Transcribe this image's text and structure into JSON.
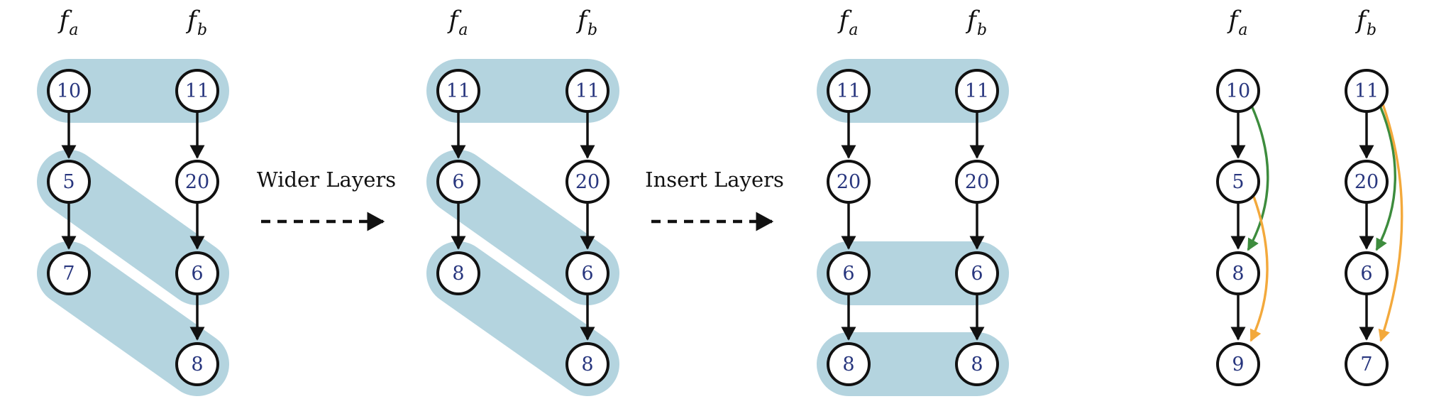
{
  "col_labels": {
    "base": "f",
    "sub_a": "a",
    "sub_b": "b"
  },
  "transitions": [
    {
      "label": "Wider Layers"
    },
    {
      "label": "Insert Layers"
    }
  ],
  "panels": [
    {
      "fa": {
        "nodes": [
          "10",
          "5",
          "7"
        ]
      },
      "fb": {
        "nodes": [
          "11",
          "20",
          "6",
          "8"
        ]
      }
    },
    {
      "fa": {
        "nodes": [
          "11",
          "6",
          "8"
        ]
      },
      "fb": {
        "nodes": [
          "11",
          "20",
          "6",
          "8"
        ]
      }
    },
    {
      "fa": {
        "nodes": [
          "11",
          "20",
          "6",
          "8"
        ]
      },
      "fb": {
        "nodes": [
          "11",
          "20",
          "6",
          "8"
        ]
      }
    },
    {
      "fa": {
        "nodes": [
          "10",
          "5",
          "8",
          "9"
        ]
      },
      "fb": {
        "nodes": [
          "11",
          "20",
          "6",
          "7"
        ]
      }
    }
  ],
  "alignments": [
    {
      "panel": 1,
      "pairs": [
        [
          "10",
          "11"
        ],
        [
          "5",
          "6"
        ],
        [
          "7",
          "8"
        ]
      ]
    },
    {
      "panel": 2,
      "pairs": [
        [
          "11",
          "11"
        ],
        [
          "6",
          "6"
        ],
        [
          "8",
          "8"
        ]
      ]
    },
    {
      "panel": 3,
      "pairs": [
        [
          "11",
          "11"
        ],
        [
          "6",
          "6"
        ],
        [
          "8",
          "8"
        ]
      ]
    }
  ],
  "skip_connections": [
    {
      "column": "fa",
      "from": "10",
      "to": "8",
      "color": "green"
    },
    {
      "column": "fa",
      "from": "5",
      "to": "9",
      "color": "orange"
    },
    {
      "column": "fb",
      "from": "11",
      "to": "6",
      "color": "green"
    },
    {
      "column": "fb",
      "from": "11",
      "to": "7",
      "color": "orange"
    }
  ],
  "colors": {
    "blob": "#b4d4df",
    "green": "#3d8c3d",
    "orange": "#f3a93c",
    "edge": "#111111",
    "node_text": "#28367e"
  }
}
